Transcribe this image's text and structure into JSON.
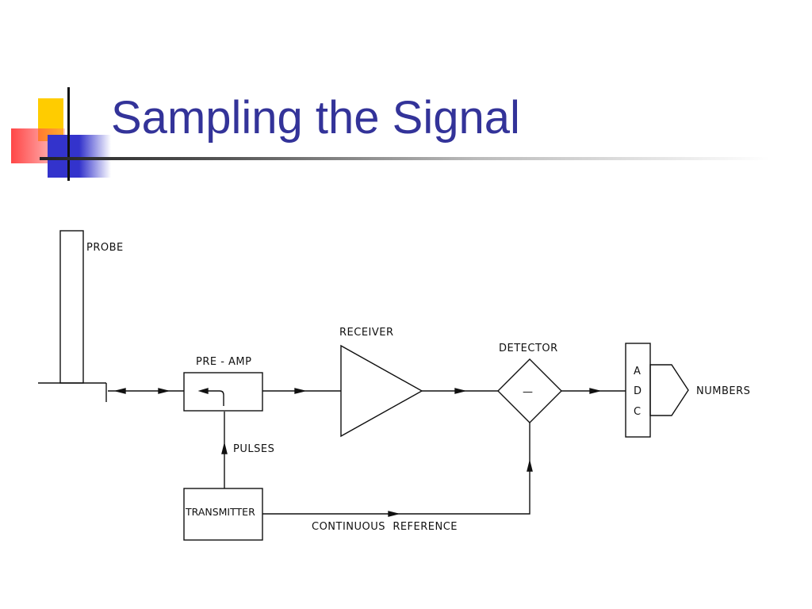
{
  "slide": {
    "title": "Sampling the Signal"
  },
  "diagram": {
    "probe": "PROBE",
    "pre_amp": "PRE - AMP",
    "receiver": "RECEIVER",
    "detector": "DETECTOR",
    "adc": [
      "A",
      "D",
      "C"
    ],
    "numbers": "NUMBERS",
    "pulses": "PULSES",
    "transmitter": "TRANSMITTER",
    "continuous_reference": "CONTINUOUS  REFERENCE",
    "detector_symbol": "—"
  }
}
